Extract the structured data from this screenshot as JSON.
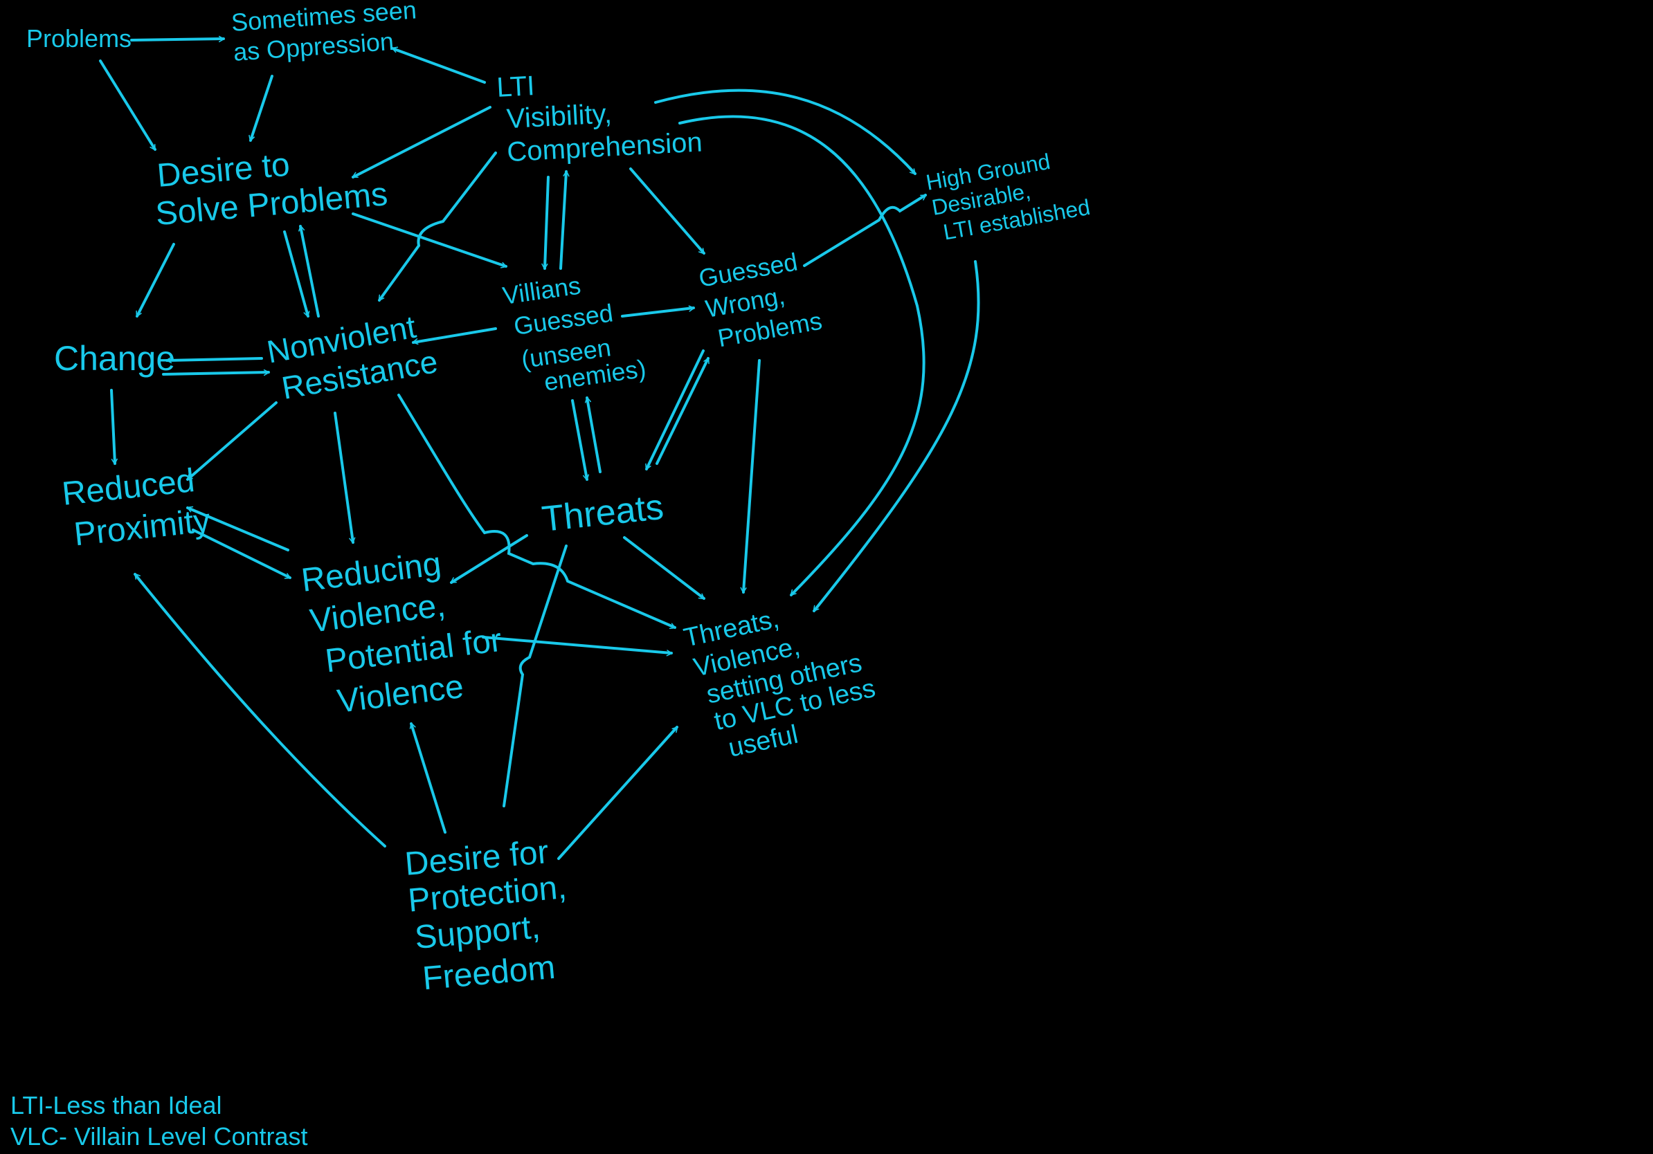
{
  "colors": {
    "background": "#000000",
    "ink": "#19c9ea"
  },
  "nodes": {
    "problems": {
      "lines": [
        "Problems"
      ]
    },
    "oppression": {
      "lines": [
        "Sometimes seen",
        "as Oppression"
      ]
    },
    "lti_visibility": {
      "lines": [
        "LTI",
        "Visibility,",
        "Comprehension"
      ]
    },
    "desire_solve": {
      "lines": [
        "Desire to",
        "Solve Problems"
      ]
    },
    "high_ground": {
      "lines": [
        "High Ground",
        "Desirable,",
        "LTI established"
      ]
    },
    "villians": {
      "lines": [
        "Villians",
        "Guessed",
        "(unseen",
        "enemies)"
      ]
    },
    "guessed_wrong": {
      "lines": [
        "Guessed",
        "Wrong,",
        "Problems"
      ]
    },
    "change": {
      "lines": [
        "Change"
      ]
    },
    "nonviolent": {
      "lines": [
        "Nonviolent",
        "Resistance"
      ]
    },
    "reduced_proximity": {
      "lines": [
        "Reduced",
        "Proximity"
      ]
    },
    "threats": {
      "lines": [
        "Threats"
      ]
    },
    "reducing_violence": {
      "lines": [
        "Reducing",
        "Violence,",
        "Potential for",
        "Violence"
      ]
    },
    "threats_violence": {
      "lines": [
        "Threats,",
        "Violence,",
        "setting others",
        "to VLC to less",
        "useful"
      ]
    },
    "desire_protection": {
      "lines": [
        "Desire for",
        "Protection,",
        "Support,",
        "Freedom"
      ]
    }
  },
  "legend": [
    "LTI-Less than Ideal",
    "VLC- Villain Level Contrast"
  ]
}
